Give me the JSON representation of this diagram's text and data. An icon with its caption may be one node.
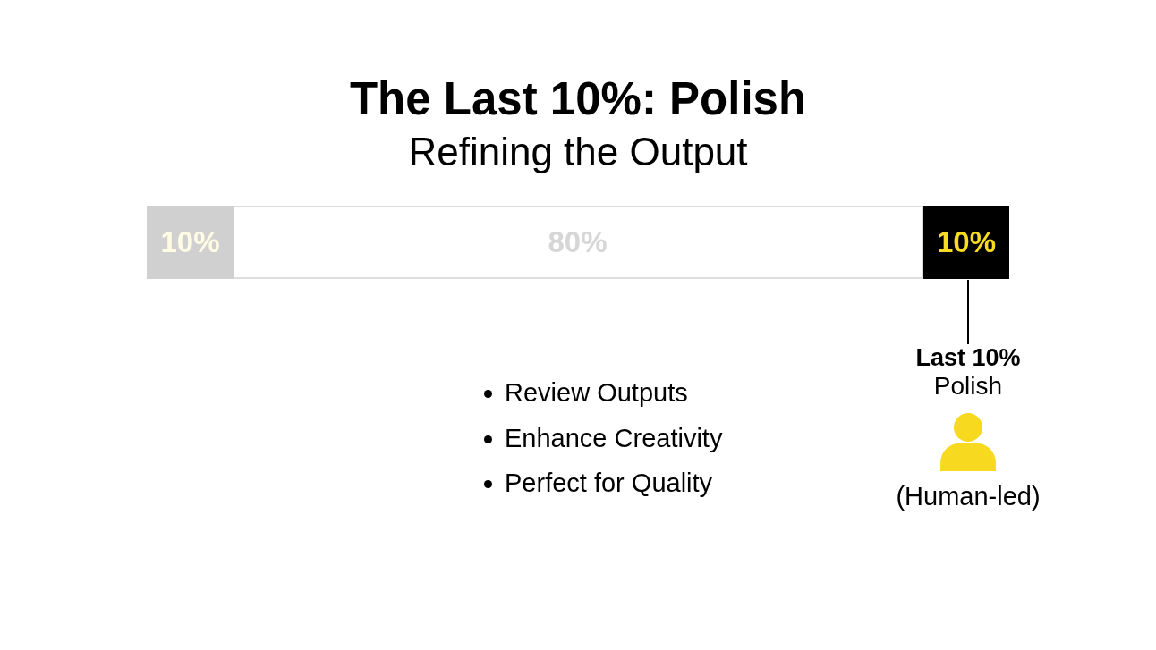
{
  "diagram": {
    "title": "The Last 10%: Polish",
    "nodes": [
      {
        "text": [
          "10%"
        ]
      },
      {
        "text": [
          "80%"
        ]
      },
      {
        "text": [
          "10%"
        ]
      },
      {
        "text": [
          "Last 10%",
          "Polish"
        ]
      }
    ],
    "edges": [
      {
        "from": 3,
        "to": 2,
        "arrow": "none"
      }
    ],
    "labels": [
      "Refining the Output",
      "Review Outputs",
      "Enhance Creativity",
      "Perfect for Quality",
      "(Human-led)"
    ]
  }
}
